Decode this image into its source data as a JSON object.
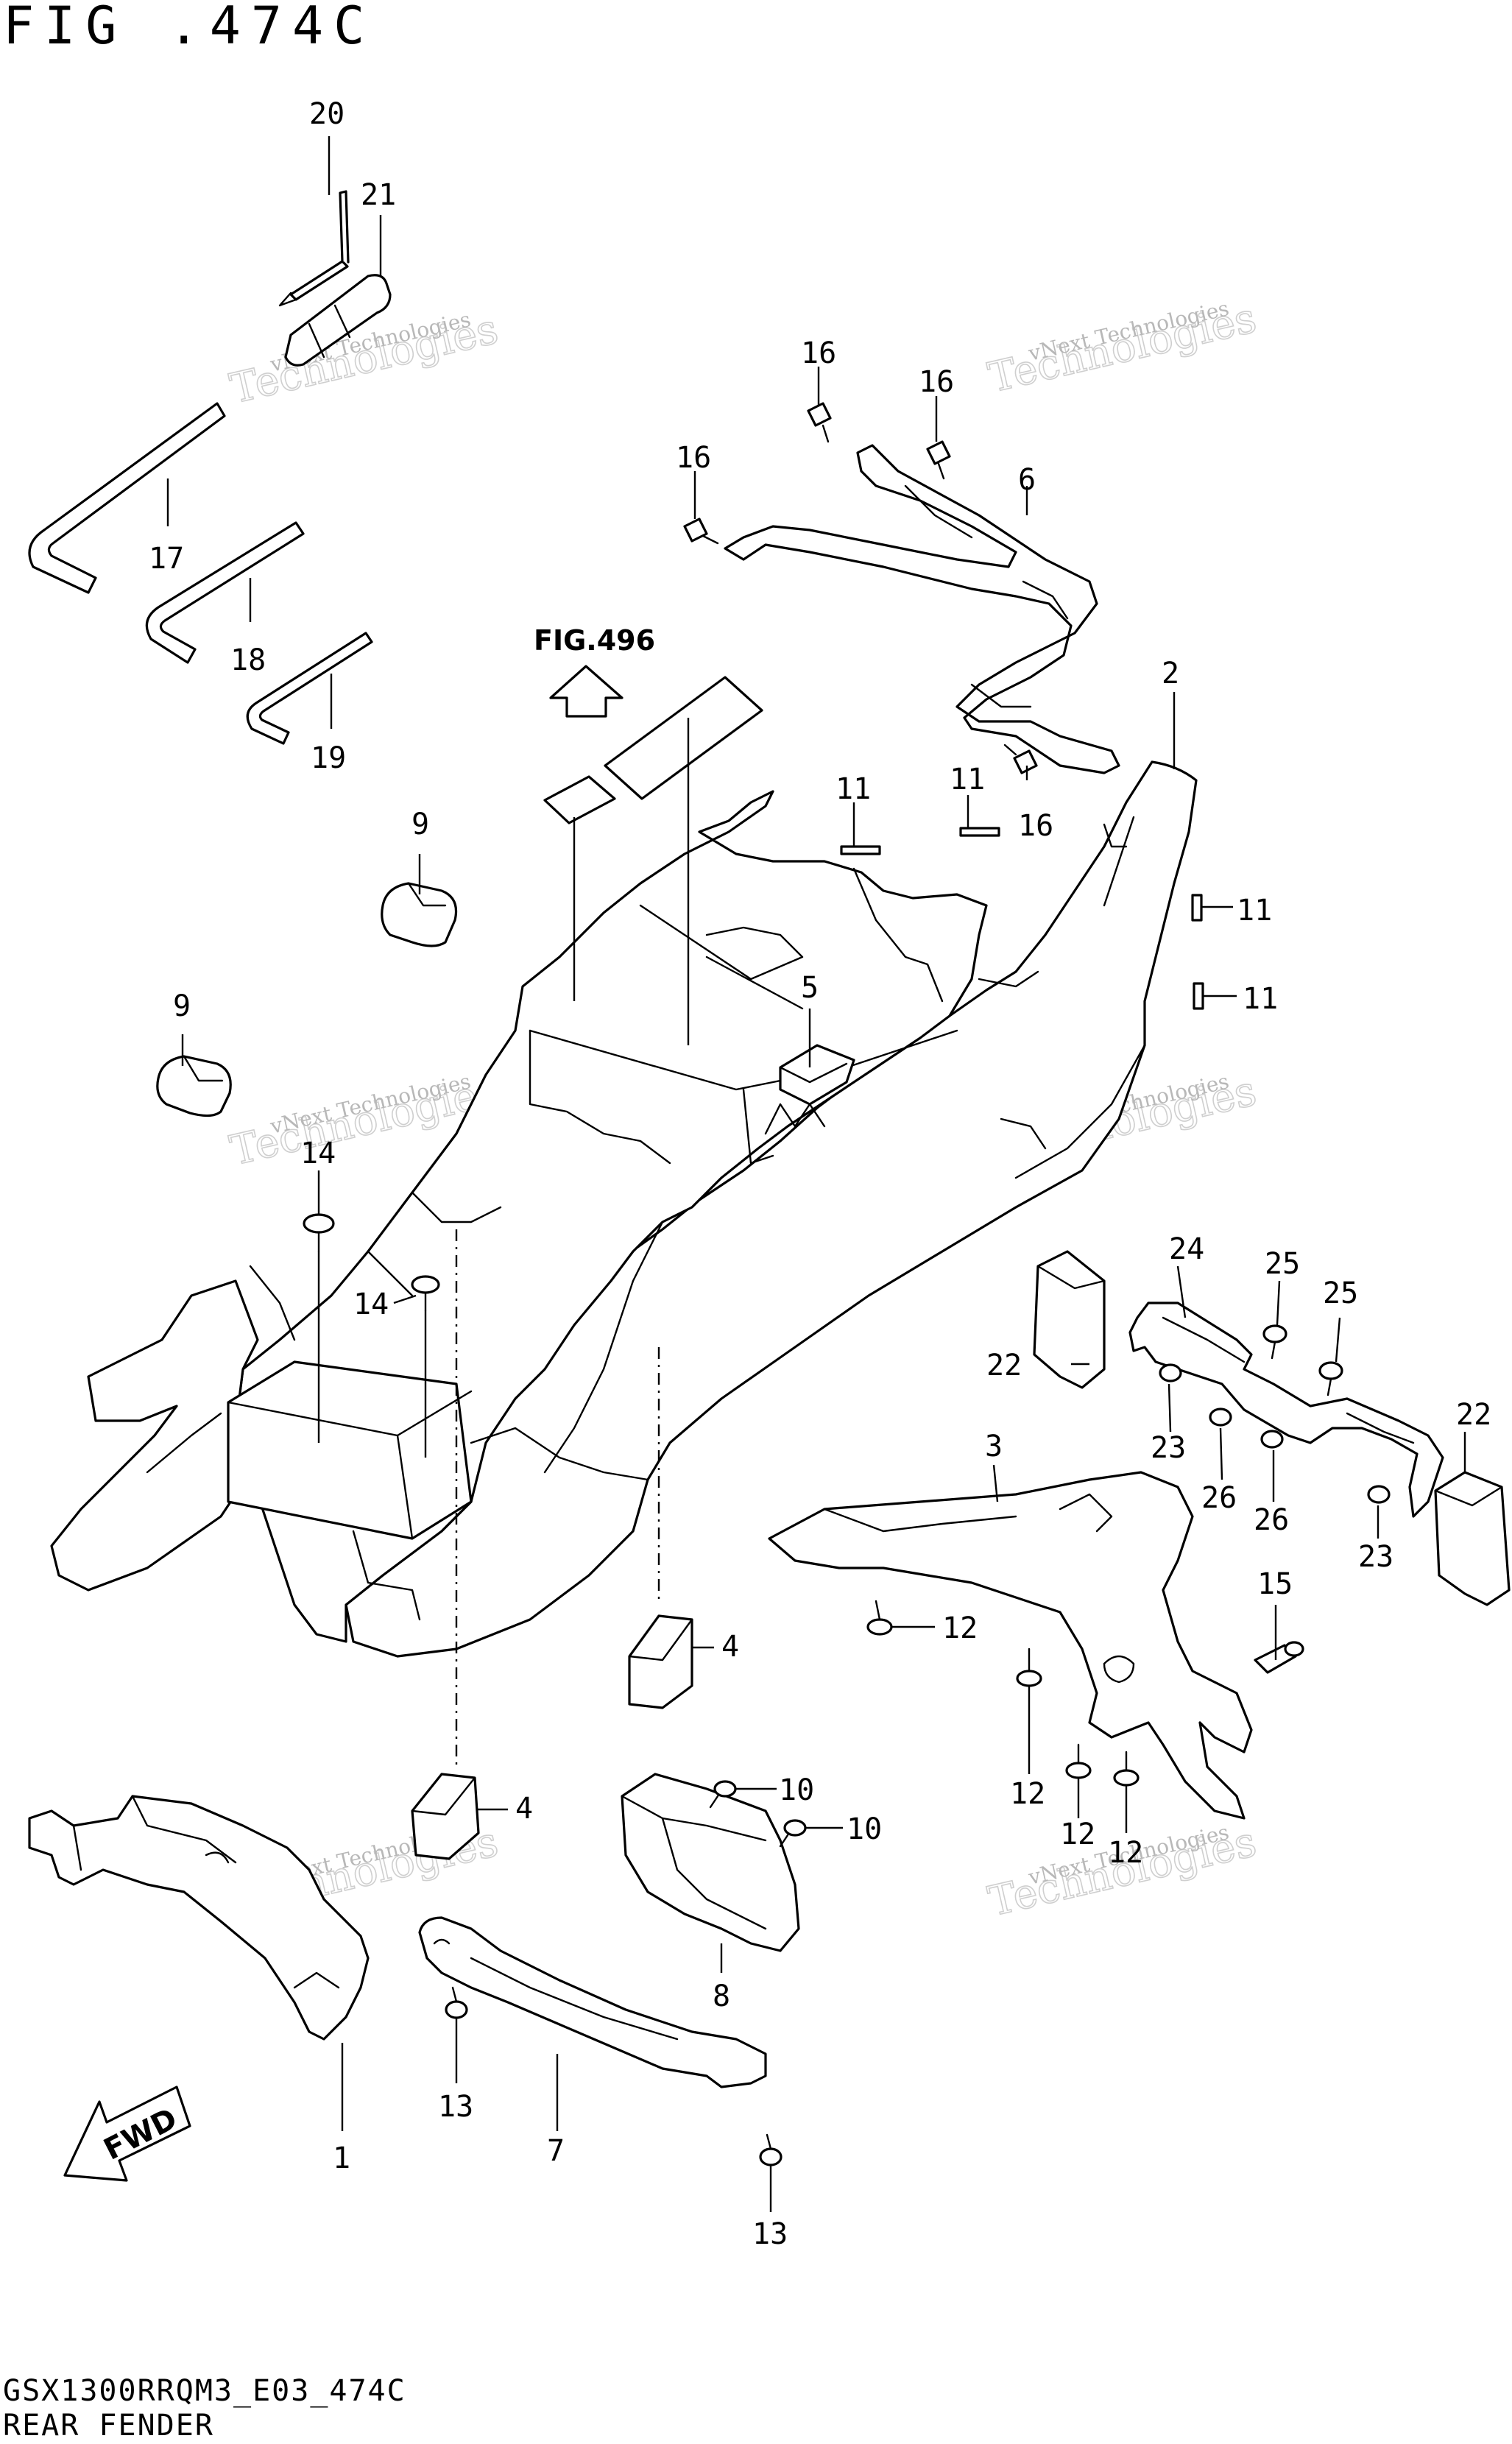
{
  "figure": {
    "title": "FIG .474C",
    "model_code": "GSX1300RRQM3_E03_474C",
    "section_name": "REAR FENDER",
    "cross_reference": "FIG.496",
    "direction_label": "FWD"
  },
  "watermark": {
    "line1": "vNext Technologies",
    "line2": "Technologies"
  },
  "callouts": [
    {
      "id": "c1",
      "label": "1"
    },
    {
      "id": "c2",
      "label": "2"
    },
    {
      "id": "c3",
      "label": "3"
    },
    {
      "id": "c4a",
      "label": "4"
    },
    {
      "id": "c4b",
      "label": "4"
    },
    {
      "id": "c5",
      "label": "5"
    },
    {
      "id": "c6",
      "label": "6"
    },
    {
      "id": "c7",
      "label": "7"
    },
    {
      "id": "c8",
      "label": "8"
    },
    {
      "id": "c9a",
      "label": "9"
    },
    {
      "id": "c9b",
      "label": "9"
    },
    {
      "id": "c10a",
      "label": "10"
    },
    {
      "id": "c10b",
      "label": "10"
    },
    {
      "id": "c11a",
      "label": "11"
    },
    {
      "id": "c11b",
      "label": "11"
    },
    {
      "id": "c11c",
      "label": "11"
    },
    {
      "id": "c11d",
      "label": "11"
    },
    {
      "id": "c12a",
      "label": "12"
    },
    {
      "id": "c12b",
      "label": "12"
    },
    {
      "id": "c12c",
      "label": "12"
    },
    {
      "id": "c12d",
      "label": "12"
    },
    {
      "id": "c13a",
      "label": "13"
    },
    {
      "id": "c13b",
      "label": "13"
    },
    {
      "id": "c14a",
      "label": "14"
    },
    {
      "id": "c14b",
      "label": "14"
    },
    {
      "id": "c15",
      "label": "15"
    },
    {
      "id": "c16a",
      "label": "16"
    },
    {
      "id": "c16b",
      "label": "16"
    },
    {
      "id": "c16c",
      "label": "16"
    },
    {
      "id": "c16d",
      "label": "16"
    },
    {
      "id": "c17",
      "label": "17"
    },
    {
      "id": "c18",
      "label": "18"
    },
    {
      "id": "c19",
      "label": "19"
    },
    {
      "id": "c20",
      "label": "20"
    },
    {
      "id": "c21",
      "label": "21"
    },
    {
      "id": "c22a",
      "label": "22"
    },
    {
      "id": "c22b",
      "label": "22"
    },
    {
      "id": "c23a",
      "label": "23"
    },
    {
      "id": "c23b",
      "label": "23"
    },
    {
      "id": "c24",
      "label": "24"
    },
    {
      "id": "c25a",
      "label": "25"
    },
    {
      "id": "c25b",
      "label": "25"
    },
    {
      "id": "c26a",
      "label": "26"
    },
    {
      "id": "c26b",
      "label": "26"
    }
  ]
}
